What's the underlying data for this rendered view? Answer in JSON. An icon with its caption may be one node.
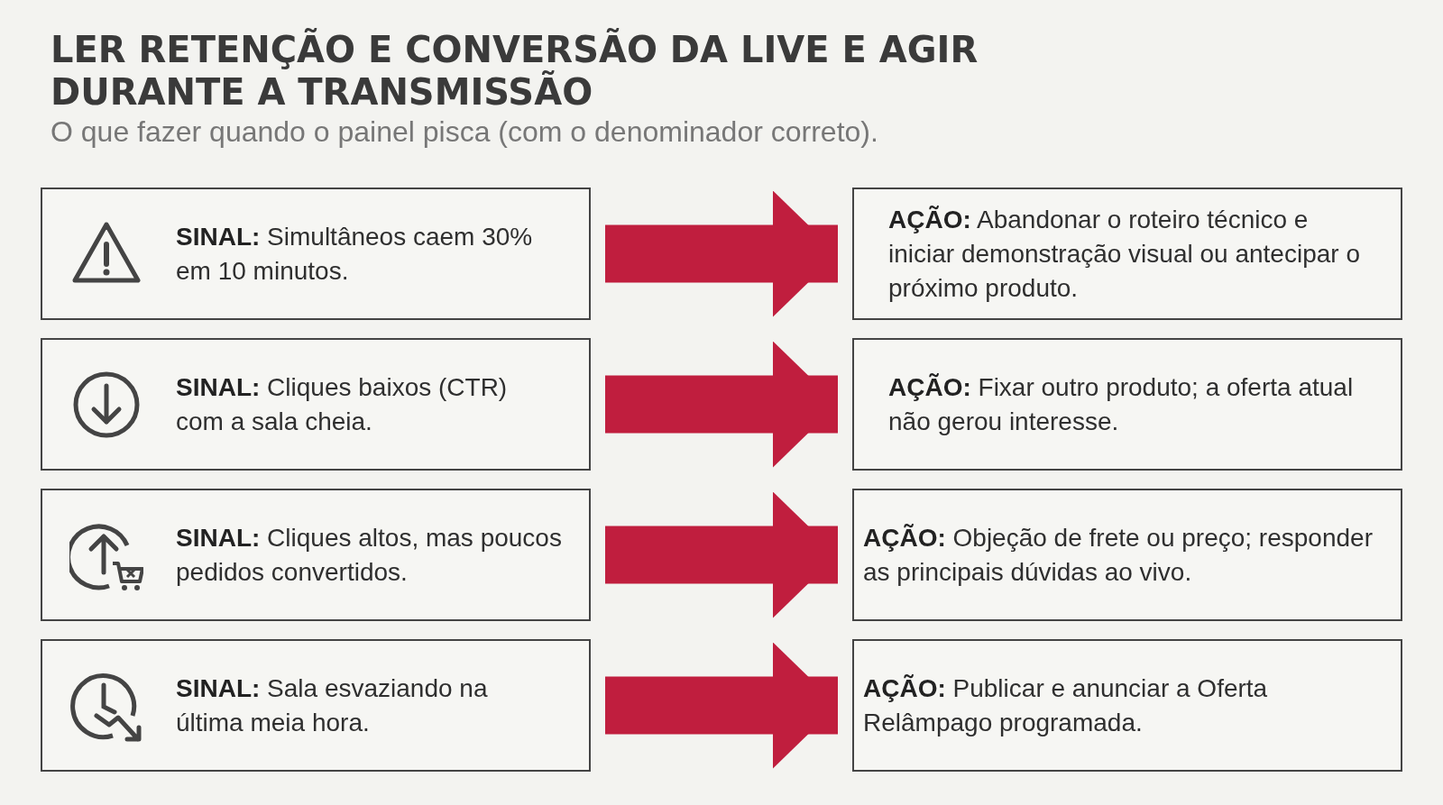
{
  "diagram": {
    "title": "LER RETENÇÃO E CONVERSÃO DA LIVE E AGIR DURANTE A TRANSMISSÃO",
    "nodes": [
      {
        "text": [
          "**SINAL:** Simultâneos caem 30% em 10 minutos."
        ]
      },
      {
        "text": [
          "**AÇÃO:** Abandonar o roteiro técnico e iniciar demonstração visual ou antecipar o próximo produto."
        ]
      },
      {
        "text": [
          "**SINAL:** Cliques baixos (CTR) com a sala cheia."
        ]
      },
      {
        "text": [
          "**AÇÃO:** Fixar outro produto; a oferta atual não gerou interesse."
        ]
      },
      {
        "text": [
          "**SINAL:** Cliques altos, mas poucos pedidos convertidos."
        ]
      },
      {
        "text": [
          "**AÇÃO:** Objeção de frete ou preço; responder as principais dúvidas ao vivo."
        ]
      },
      {
        "text": [
          "**SINAL:** Sala esvaziando na última meia hora."
        ]
      },
      {
        "text": [
          "**AÇÃO:** Publicar e anunciar a Oferta Relâmpago programada."
        ]
      }
    ],
    "edges": [
      {
        "from": 0,
        "to": 1,
        "arrow": "to"
      },
      {
        "from": 2,
        "to": 3,
        "arrow": "to"
      },
      {
        "from": 4,
        "to": 5,
        "arrow": "to"
      },
      {
        "from": 6,
        "to": 7,
        "arrow": "to"
      }
    ],
    "labels": [
      "O que fazer quando o painel pisca (com o denominador correto)."
    ]
  }
}
